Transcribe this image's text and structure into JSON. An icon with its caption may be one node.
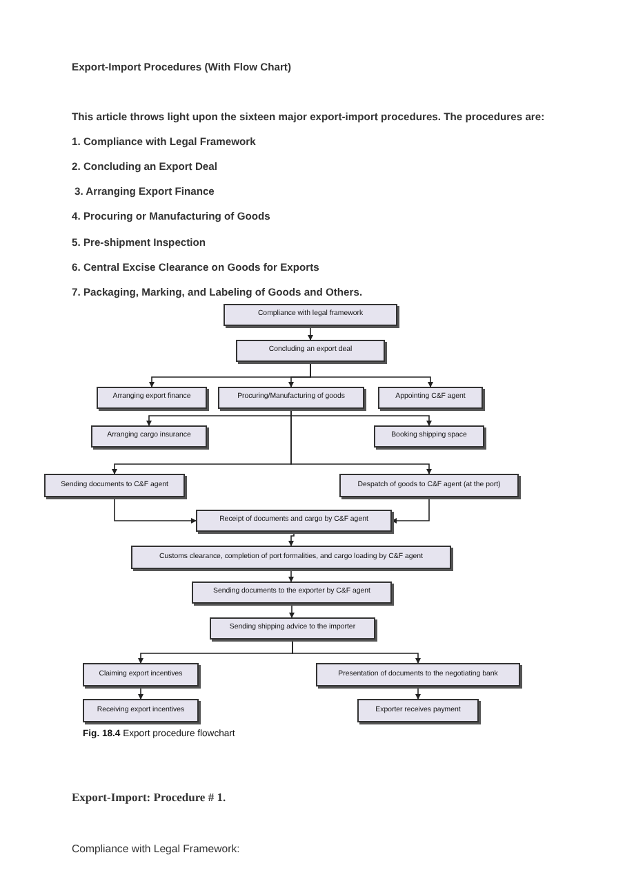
{
  "diagram": {
    "title": "Export-Import Procedures (With Flow Chart)",
    "caption": "**Fig. 18.4** Export procedure flowchart",
    "nodes": [
      {
        "text": [
          "Compliance with legal framework"
        ]
      },
      {
        "text": [
          "Concluding an export deal"
        ]
      },
      {
        "text": [
          "Arranging export finance"
        ]
      },
      {
        "text": [
          "Procuring/Manufacturing of goods"
        ]
      },
      {
        "text": [
          "Appointing C&F agent"
        ]
      },
      {
        "text": [
          "Arranging cargo insurance"
        ]
      },
      {
        "text": [
          "Booking shipping space"
        ]
      },
      {
        "text": [
          "Sending documents to C&F agent"
        ]
      },
      {
        "text": [
          "Despatch of goods to C&F agent (at the port)"
        ]
      },
      {
        "text": [
          "Receipt of documents and cargo by C&F agent"
        ]
      },
      {
        "text": [
          "Customs clearance, completion of port formalities, and cargo loading by C&F agent"
        ]
      },
      {
        "text": [
          "Sending documents to the exporter by C&F agent"
        ]
      },
      {
        "text": [
          "Sending shipping advice to the importer"
        ]
      },
      {
        "text": [
          "Claiming export incentives"
        ]
      },
      {
        "text": [
          "Presentation of documents to the negotiating bank"
        ]
      },
      {
        "text": [
          "Receiving export incentives"
        ]
      },
      {
        "text": [
          "Exporter receives payment"
        ]
      }
    ],
    "edges": [
      {
        "from": 0,
        "to": 1,
        "arrow": "to"
      },
      {
        "from": 1,
        "to": 2,
        "arrow": "to"
      },
      {
        "from": 1,
        "to": 3,
        "arrow": "to"
      },
      {
        "from": 1,
        "to": 4,
        "arrow": "to"
      },
      {
        "from": 3,
        "to": 5,
        "arrow": "to"
      },
      {
        "from": 3,
        "to": 6,
        "arrow": "to"
      },
      {
        "from": 3,
        "to": 7,
        "arrow": "to"
      },
      {
        "from": 3,
        "to": 8,
        "arrow": "to"
      },
      {
        "from": 7,
        "to": 9,
        "arrow": "to"
      },
      {
        "from": 8,
        "to": 9,
        "arrow": "to"
      },
      {
        "from": 9,
        "to": 10,
        "arrow": "to"
      },
      {
        "from": 10,
        "to": 11,
        "arrow": "to"
      },
      {
        "from": 11,
        "to": 12,
        "arrow": "to"
      },
      {
        "from": 12,
        "to": 13,
        "arrow": "to"
      },
      {
        "from": 12,
        "to": 14,
        "arrow": "to"
      },
      {
        "from": 13,
        "to": 15,
        "arrow": "to"
      },
      {
        "from": 14,
        "to": 16,
        "arrow": "to"
      }
    ],
    "labels": [
      "This article throws light upon the sixteen major export-import procedures. The procedures are:",
      "1. Compliance with Legal Framework",
      "2. Concluding an Export Deal",
      "3. Arranging Export Finance",
      "4. Procuring or Manufacturing of Goods",
      "5. Pre-shipment Inspection",
      "6. Central Excise Clearance on Goods for Exports",
      "7. Packaging, Marking, and Labeling of Goods and Others.",
      "Export-Import: Procedure # 1.",
      "Compliance with Legal Framework:"
    ]
  }
}
